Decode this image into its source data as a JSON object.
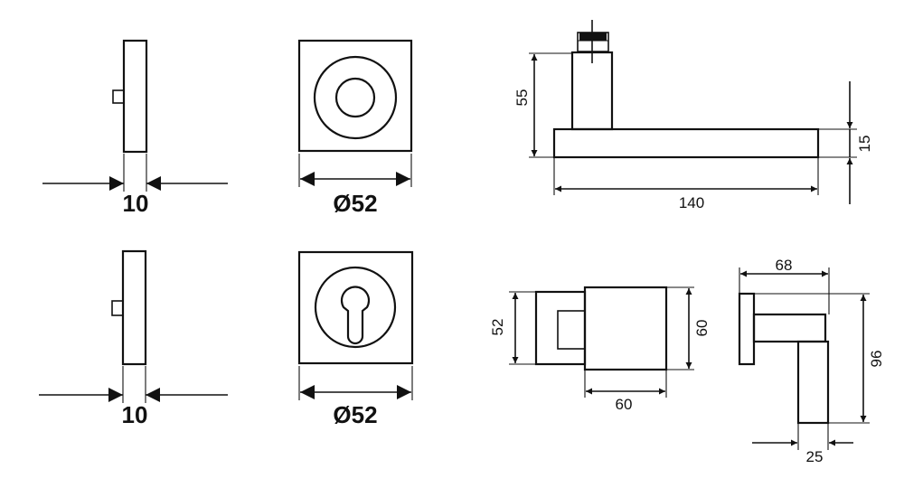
{
  "colors": {
    "line": "#111111",
    "background": "#ffffff"
  },
  "dimensions": {
    "rose_thickness_top": "10",
    "rose_diameter_top": "Ø52",
    "rose_thickness_bottom": "10",
    "rose_diameter_bottom": "Ø52",
    "lever_height": "55",
    "lever_grip_height": "15",
    "lever_length": "140",
    "knob_rose_size": "52",
    "knob_height": "60",
    "knob_width": "60",
    "side_projection": "68",
    "side_height": "96",
    "side_stem_width": "25"
  }
}
